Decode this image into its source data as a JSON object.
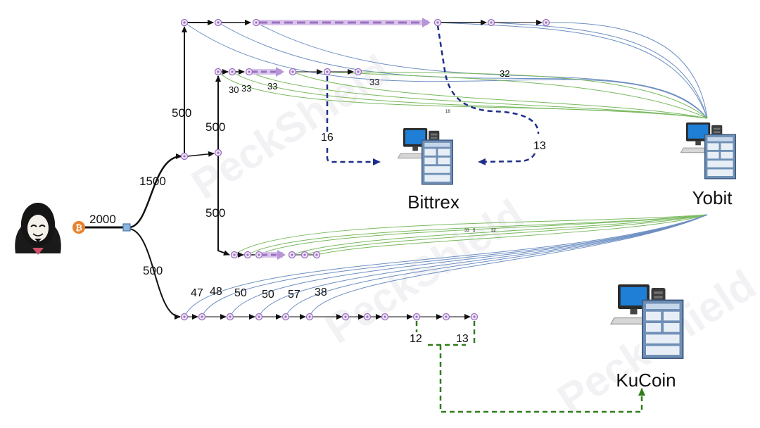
{
  "watermark": "PeckShield",
  "exchanges": {
    "bittrex": "Bittrex",
    "yobit": "Yobit",
    "kucoin": "KuCoin"
  },
  "amounts": {
    "source": "2000",
    "split_upper": "1500",
    "split_lower": "500",
    "top_branch": "500",
    "middle_branch_a": "500",
    "middle_branch_b": "500",
    "row2_a": "30",
    "row2_b": "33",
    "row2_c": "33",
    "row2_d": "33",
    "row2_e": "32",
    "row2_tiny": "16",
    "bittrex_left": "16",
    "bittrex_right": "13",
    "row4": [
      "47",
      "48",
      "50",
      "50",
      "57",
      "38"
    ],
    "kucoin_left": "12",
    "kucoin_right": "13",
    "row3_tiny": [
      "33",
      "5",
      "32"
    ]
  },
  "colors": {
    "trace": "#111111",
    "purple": "#9b6fc0",
    "blue_dash": "#1d2f8a",
    "green_dash": "#2f7d1a",
    "blue_curve": "#6d8fc2",
    "green_curve": "#79b95e",
    "node": "#9b6fc0",
    "bitcoin": "#e8812a",
    "hub": "#8ab7e0"
  },
  "icons": [
    "hacker-icon",
    "bitcoin-icon",
    "computer-server-icon"
  ]
}
